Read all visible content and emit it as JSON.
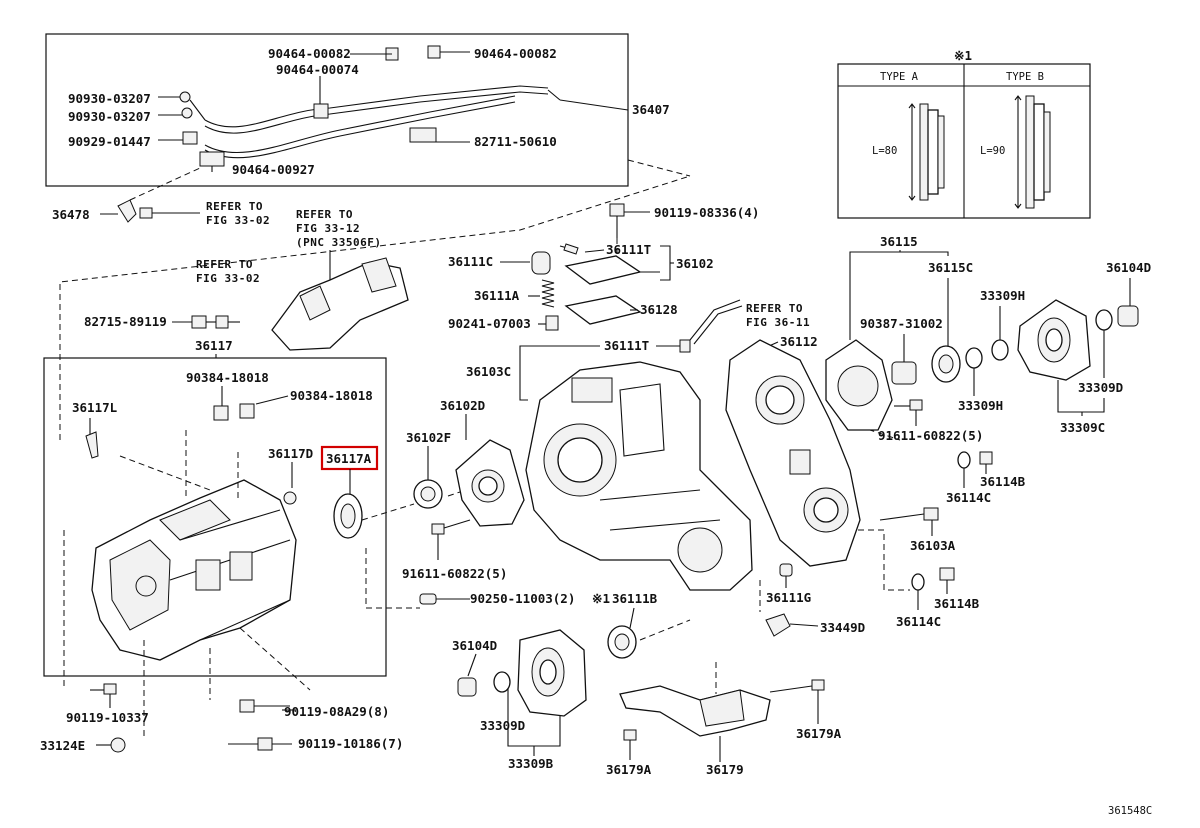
{
  "diagram": {
    "page_code": "361548C",
    "note_mark": "※1",
    "type_table": {
      "mark": "※1",
      "type_a": "TYPE A",
      "type_b": "TYPE B",
      "len_a": "L=80",
      "len_b": "L=90"
    },
    "highlighted_part": "36117A",
    "refs": {
      "r1": [
        "REFER TO",
        "FIG 33-02"
      ],
      "r2": [
        "REFER TO",
        "FIG 33-12",
        "(PNC 33506F)"
      ],
      "r3": [
        "REFER TO",
        "FIG 33-02"
      ],
      "r4": [
        "REFER TO",
        "FIG 36-11"
      ]
    },
    "labels": {
      "p90464_00082_a": "90464-00082",
      "p90464_00082_b": "90464-00082",
      "p90464_00074": "90464-00074",
      "p90930_03207_a": "90930-03207",
      "p90930_03207_b": "90930-03207",
      "p90929_01447": "90929-01447",
      "p90464_00927": "90464-00927",
      "p82711_50610": "82711-50610",
      "p36407": "36407",
      "p36478": "36478",
      "p82715_89119": "82715-89119",
      "p36117": "36117",
      "p90384_18018_a": "90384-18018",
      "p90384_18018_b": "90384-18018",
      "p36117L": "36117L",
      "p36117D": "36117D",
      "p36117A": "36117A",
      "p90119_10337": "90119-10337",
      "p33124E": "33124E",
      "p90119_08A29": "90119-08A29(8)",
      "p90119_10186": "90119-10186(7)",
      "p90119_08336": "90119-08336(4)",
      "p36111C": "36111C",
      "p36111T_a": "36111T",
      "p36102": "36102",
      "p36111A": "36111A",
      "p36128": "36128",
      "p90241_07003": "90241-07003",
      "p36111T_b": "36111T",
      "p36103C": "36103C",
      "p36102D": "36102D",
      "p36102F": "36102F",
      "p91611_60822_a": "91611-60822(5)",
      "p90250_11003": "90250-11003(2)",
      "p36111B": "36111B",
      "p36104D_a": "36104D",
      "p33309D_a": "33309D",
      "p33309B": "33309B",
      "p36179A_a": "36179A",
      "p36179": "36179",
      "p36179A_b": "36179A",
      "p33449D": "33449D",
      "p36111G": "36111G",
      "p36112": "36112",
      "p36115": "36115",
      "p36115C": "36115C",
      "p90387_31002": "90387-31002",
      "p33309H_a": "33309H",
      "p33309H_b": "33309H",
      "p36104D_b": "36104D",
      "p33309D_b": "33309D",
      "p33309C": "33309C",
      "p91611_60822_b": "91611-60822(5)",
      "p36114B_a": "36114B",
      "p36114C_a": "36114C",
      "p36103A": "36103A",
      "p36114B_b": "36114B",
      "p36114C_b": "36114C"
    }
  }
}
